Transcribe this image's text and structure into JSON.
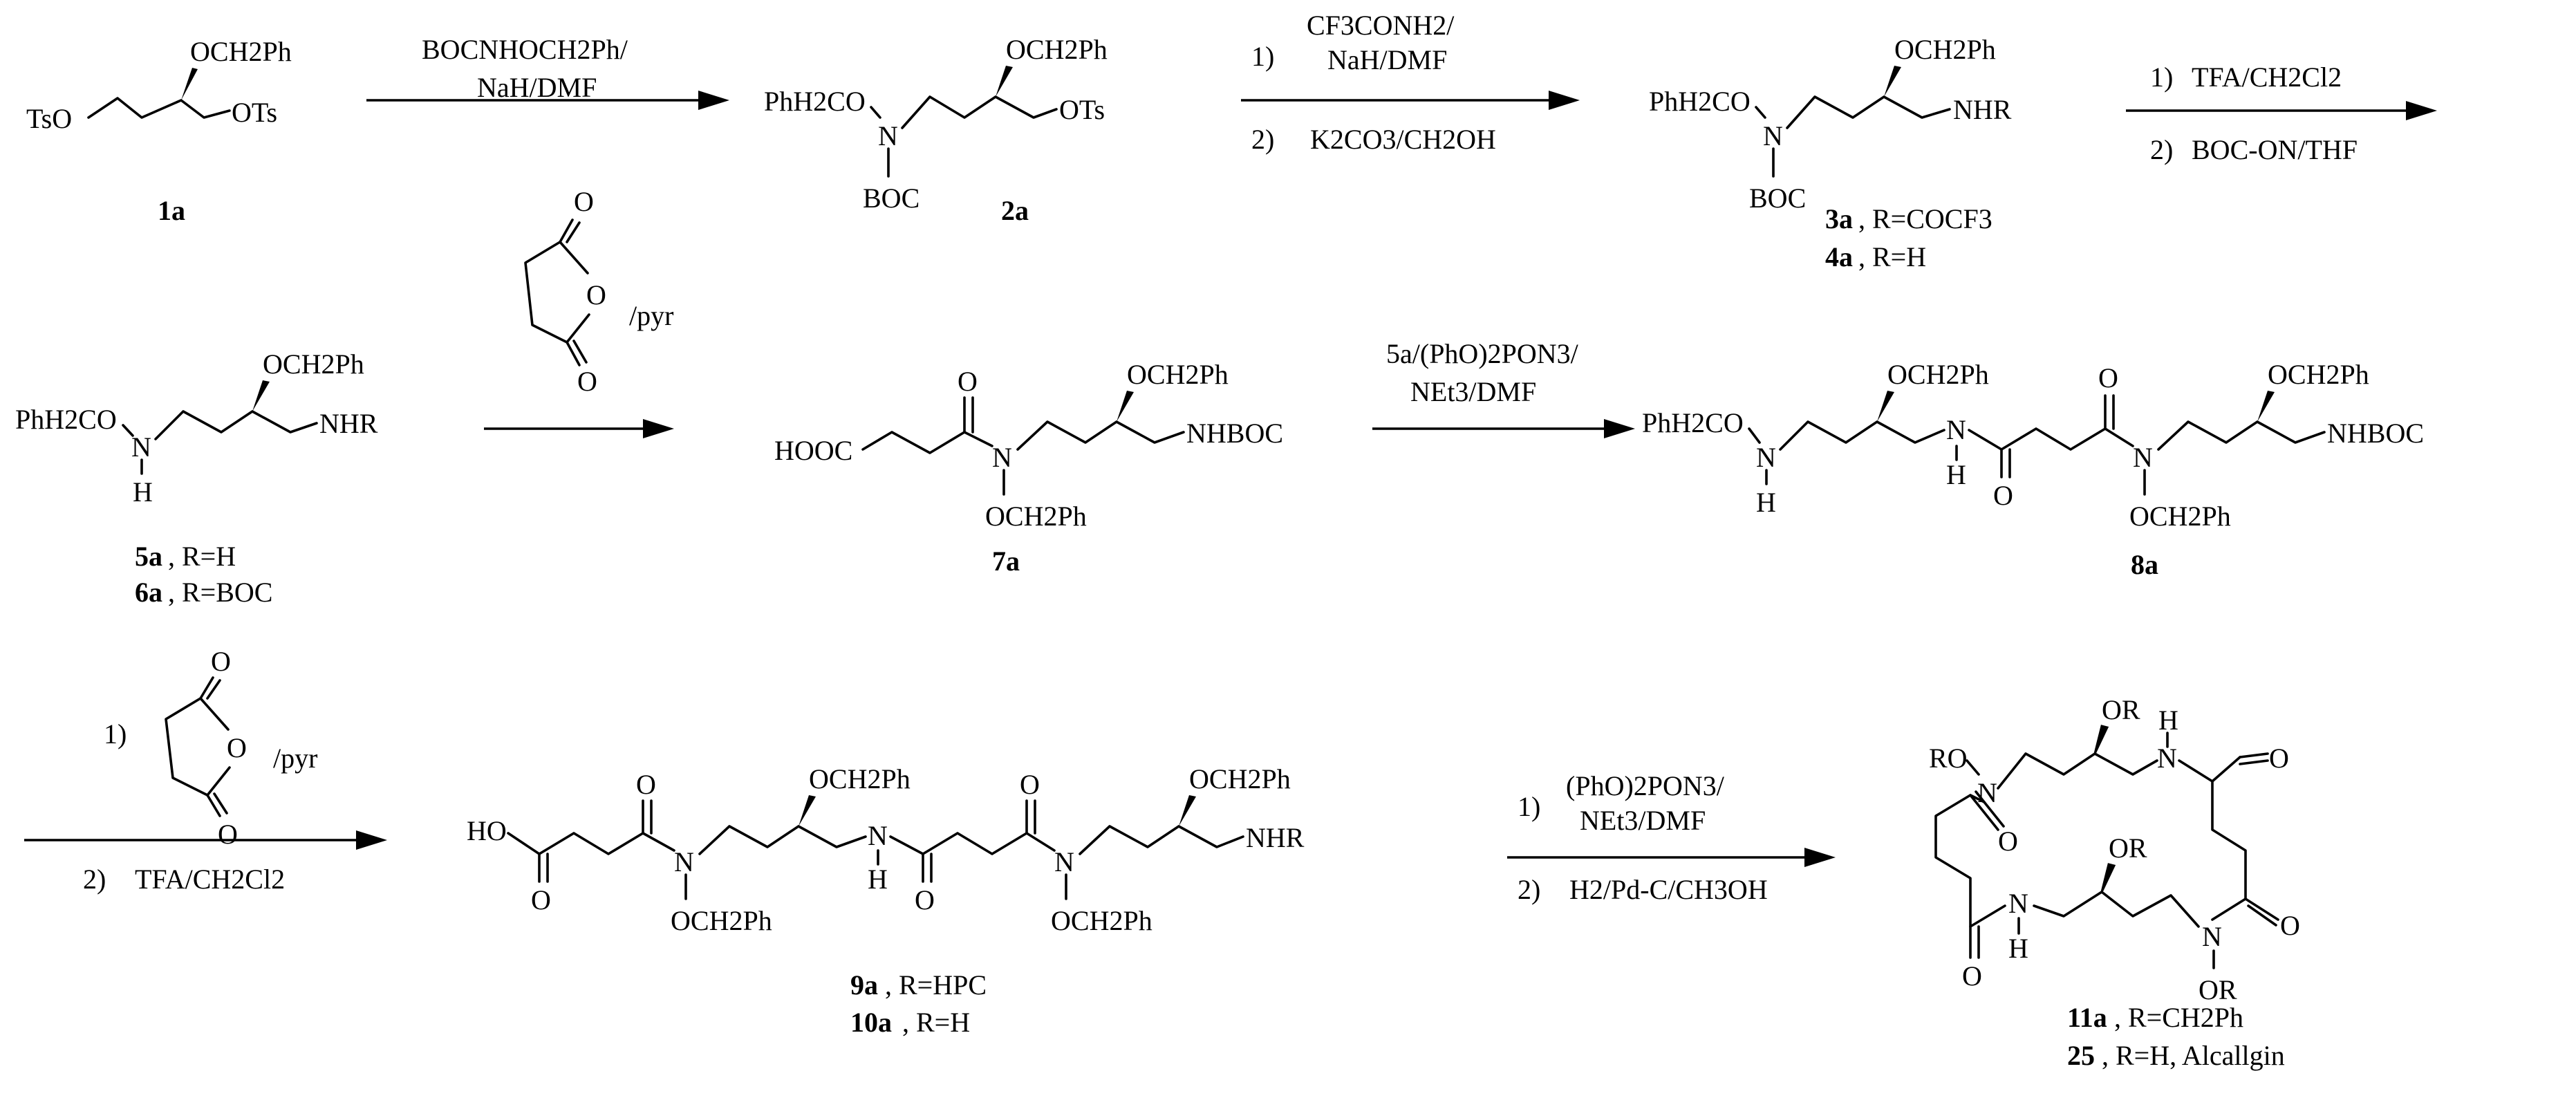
{
  "row1": {
    "c1a": {
      "label": "1a",
      "tso": "TsO",
      "ots": "OTs",
      "obn": "OCH2Ph"
    },
    "arrow1": {
      "line1": "BOCNHOCH2Ph/",
      "line2": "NaH/DMF"
    },
    "c2a": {
      "label": "2a",
      "phch2co": "PhH2CO",
      "n": "N",
      "boc": "BOC",
      "obn": "OCH2Ph",
      "ots": "OTs"
    },
    "arrow2": {
      "s1num": "1)",
      "s1a": "CF3CONH2/",
      "s1b": "NaH/DMF",
      "s2num": "2)",
      "s2": "K2CO3/CH2OH"
    },
    "c3a": {
      "label3": "3a",
      "r3": ", R=COCF3",
      "label4": "4a",
      "r4": ", R=H",
      "phch2co": "PhH2CO",
      "n": "N",
      "boc": "BOC",
      "obn": "OCH2Ph",
      "nhr": "NHR"
    },
    "arrow3": {
      "s1num": "1)",
      "s1": "TFA/CH2Cl2",
      "s2num": "2)",
      "s2": "BOC-ON/THF"
    }
  },
  "row2": {
    "c5a": {
      "label5": "5a",
      "r5": ", R=H",
      "label6": "6a",
      "r6": ", R=BOC",
      "phch2co": "PhH2CO",
      "n": "N",
      "h": "H",
      "obn": "OCH2Ph",
      "nhr": "NHR"
    },
    "arrow4": {
      "o1": "O",
      "o2": "O",
      "o3": "O",
      "pyr": "/pyr"
    },
    "c7a": {
      "label": "7a",
      "hooc": "HOOC",
      "o": "O",
      "n": "N",
      "onb": "OCH2Ph",
      "obn": "OCH2Ph",
      "nhboc": "NHBOC"
    },
    "arrow5": {
      "line1": "5a/(PhO)2PON3/",
      "line2": "NEt3/DMF"
    },
    "c8a": {
      "label": "8a",
      "phch2co": "PhH2CO",
      "n1": "N",
      "h1": "H",
      "obn1": "OCH2Ph",
      "n2": "N",
      "h2": "H",
      "o1": "O",
      "o2": "O",
      "n3": "N",
      "onb": "OCH2Ph",
      "obn2": "OCH2Ph",
      "nhboc": "NHBOC"
    }
  },
  "row3": {
    "arrow6": {
      "s1num": "1)",
      "o1": "O",
      "o2": "O",
      "o3": "O",
      "pyr": "/pyr",
      "s2num": "2)",
      "s2": "TFA/CH2Cl2"
    },
    "c9a": {
      "label9": "9a",
      "r9": ", R=HPC",
      "label10": "10a",
      "r10": ", R=H",
      "ho": "HO",
      "o1": "O",
      "o2": "O",
      "n1": "N",
      "onb1": "OCH2Ph",
      "obn1": "OCH2Ph",
      "n2": "N",
      "h2": "H",
      "o3": "O",
      "o4": "O",
      "n3": "N",
      "onb2": "OCH2Ph",
      "obn2": "OCH2Ph",
      "nhr": "NHR"
    },
    "arrow7": {
      "s1num": "1)",
      "s1a": "(PhO)2PON3/",
      "s1b": "NEt3/DMF",
      "s2num": "2)",
      "s2": "H2/Pd-C/CH3OH"
    },
    "c11a": {
      "label11": "11a",
      "r11": ", R=CH2Ph",
      "label25": "25",
      "r25": ", R=H, Alcallgin",
      "ro1": "RO",
      "n1": "N",
      "or1": "OR",
      "h1": "H",
      "n2": "N",
      "o1": "O",
      "o2": "O",
      "or2": "OR",
      "o3": "O",
      "n3": "N",
      "h3": "H",
      "n4": "N",
      "o4": "O",
      "or3": "OR"
    }
  }
}
